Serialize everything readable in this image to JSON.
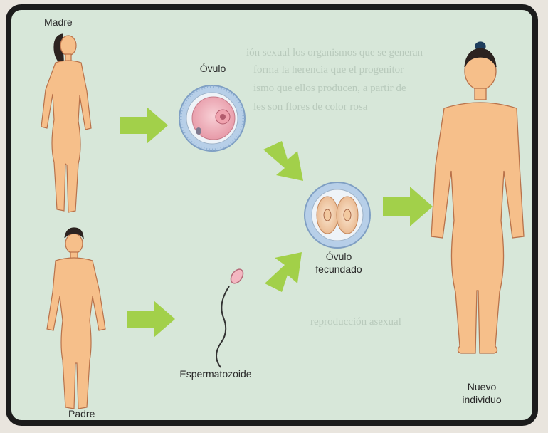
{
  "labels": {
    "mother": "Madre",
    "father": "Padre",
    "ovum": "Óvulo",
    "fertilized_line1": "Óvulo",
    "fertilized_line2": "fecundado",
    "sperm": "Espermatozoide",
    "new_line1": "Nuevo",
    "new_line2": "individuo"
  },
  "background_text": [
    "ión sexual los organismos que se generan",
    "forma la herencia que el progenitor",
    "ismo que ellos producen, a partir de",
    "les son flores de color rosa",
    "reproducción asexual"
  ],
  "colors": {
    "skin": "#f6bf8a",
    "skin_outline": "#b9724a",
    "arrow": "#9bcd35",
    "cell_membrane": "#a9c6e6",
    "cell_inner": "#f3b6c1",
    "background": "#d7e7d9"
  }
}
